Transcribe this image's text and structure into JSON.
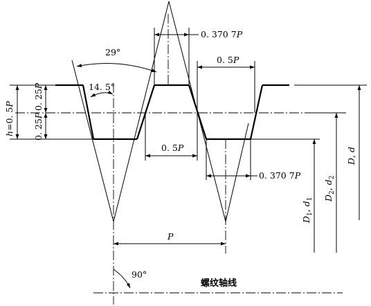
{
  "labels": {
    "angle_29": "29°",
    "angle_14_5": "14. 5°",
    "top_0_370_7p_num": "0. 370 7",
    "top_0_370_7p_var": "P",
    "top_0_5p_num": "0. 5",
    "top_0_5p_var": "P",
    "mid_0_5p_num": "0. 5",
    "mid_0_5p_var": "P",
    "bot_0_370_7p_num": "0. 370 7",
    "bot_0_370_7p_var": "P",
    "pitch_p": "P",
    "angle_90": "90°",
    "thread_axis": "螺纹轴线",
    "h_eq": "h",
    "h_rest": "=0. 5",
    "h_p": "P",
    "q_top": "0. 25",
    "q_top_p": "P",
    "q_bot": "0. 25",
    "q_bot_p": "P",
    "d1_D": "D",
    "d1_sub": "1",
    "d1_sep": ", ",
    "d1_d": "d",
    "d1_sub2": "1",
    "d2_D": "D",
    "d2_sub": "2",
    "d2_sep": ", ",
    "d2_d": "d",
    "d2_sub2": "2",
    "dd_D": "D",
    "dd_sep": ", ",
    "dd_d": "d"
  }
}
